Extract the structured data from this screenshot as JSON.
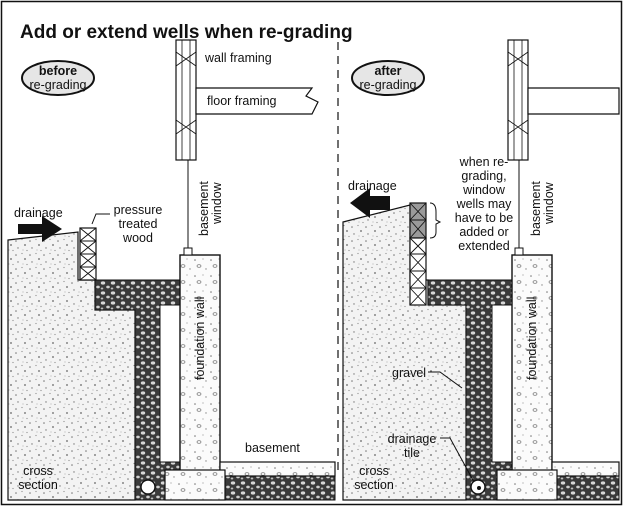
{
  "title": "Add or extend wells when re-grading",
  "panels": {
    "before": {
      "badge_line1": "before",
      "badge_line2": "re-grading",
      "drainage": "drainage",
      "wood_line1": "pressure",
      "wood_line2": "treated",
      "wood_line3": "wood",
      "cross_line1": "cross",
      "cross_line2": "section"
    },
    "after": {
      "badge_line1": "after",
      "badge_line2": "re-grading",
      "drainage": "drainage",
      "note_lines": [
        "when re-",
        "grading,",
        "window",
        "wells may",
        "have to be",
        "added or",
        "extended"
      ],
      "gravel": "gravel",
      "tile_line1": "drainage",
      "tile_line2": "tile",
      "cross_line1": "cross",
      "cross_line2": "section"
    }
  },
  "labels": {
    "wall_framing": "wall framing",
    "floor_framing": "floor framing",
    "basement_window_line1": "basement",
    "basement_window_line2": "window",
    "foundation_wall": "foundation wall",
    "basement": "basement"
  },
  "colors": {
    "ink": "#111111",
    "soil": "#f1f1f1",
    "gravel": "#555555",
    "well_added": "#9a9a9a"
  }
}
